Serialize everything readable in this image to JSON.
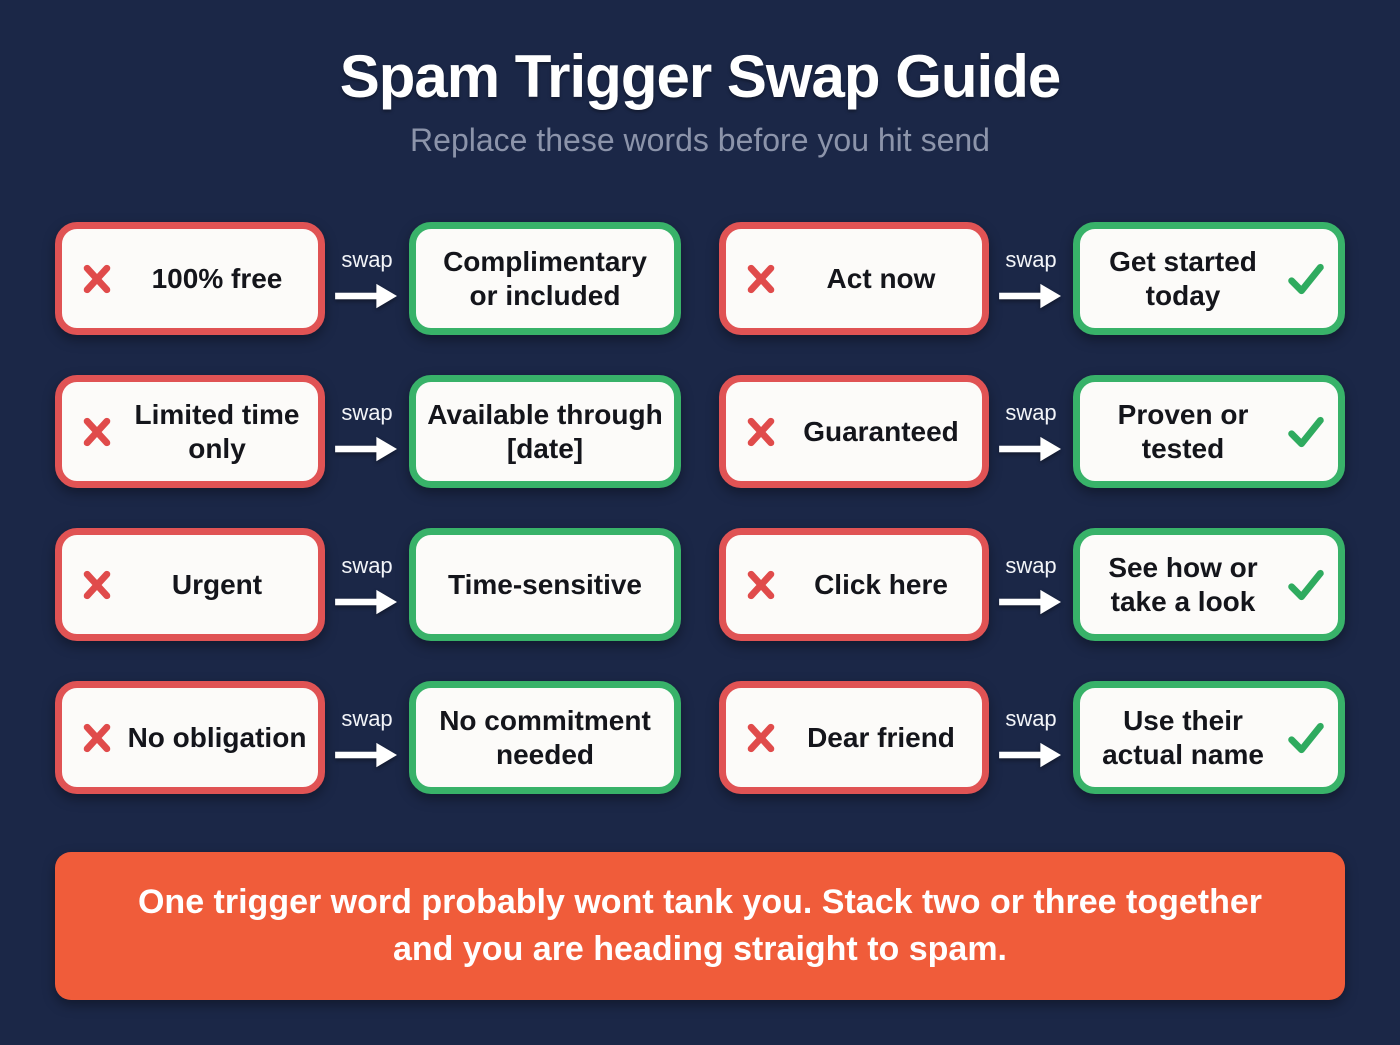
{
  "title": "Spam Trigger Swap Guide",
  "subtitle": "Replace these words before you hit send",
  "swap_label": "swap",
  "footer": {
    "text": "One trigger word probably wont tank you. Stack two or three together and you are heading straight to spam."
  },
  "colors": {
    "background": "#1b2747",
    "bad_border": "#e05354",
    "bad_icon": "#e04b4b",
    "good_border": "#38b269",
    "good_icon": "#2fab5f",
    "box_background": "#fcfbf9",
    "subtitle_text": "#8c94aa",
    "banner_background": "#f05c3a",
    "banner_text": "#ffffff"
  },
  "icons": {
    "bad": "x-icon",
    "good": "check-icon",
    "between": "arrow-right-icon"
  },
  "pairs": [
    {
      "trigger": "100% free",
      "replacement": "Complimentary or included",
      "has_check": false
    },
    {
      "trigger": "Act now",
      "replacement": "Get started today",
      "has_check": true
    },
    {
      "trigger": "Limited time only",
      "replacement": "Available through [date]",
      "has_check": false
    },
    {
      "trigger": "Guaranteed",
      "replacement": "Proven or tested",
      "has_check": true
    },
    {
      "trigger": "Urgent",
      "replacement": "Time-sensitive",
      "has_check": false
    },
    {
      "trigger": "Click here",
      "replacement": "See how or take a look",
      "has_check": true
    },
    {
      "trigger": "No obligation",
      "replacement": "No commitment needed",
      "has_check": false
    },
    {
      "trigger": "Dear friend",
      "replacement": "Use their actual name",
      "has_check": true
    }
  ]
}
